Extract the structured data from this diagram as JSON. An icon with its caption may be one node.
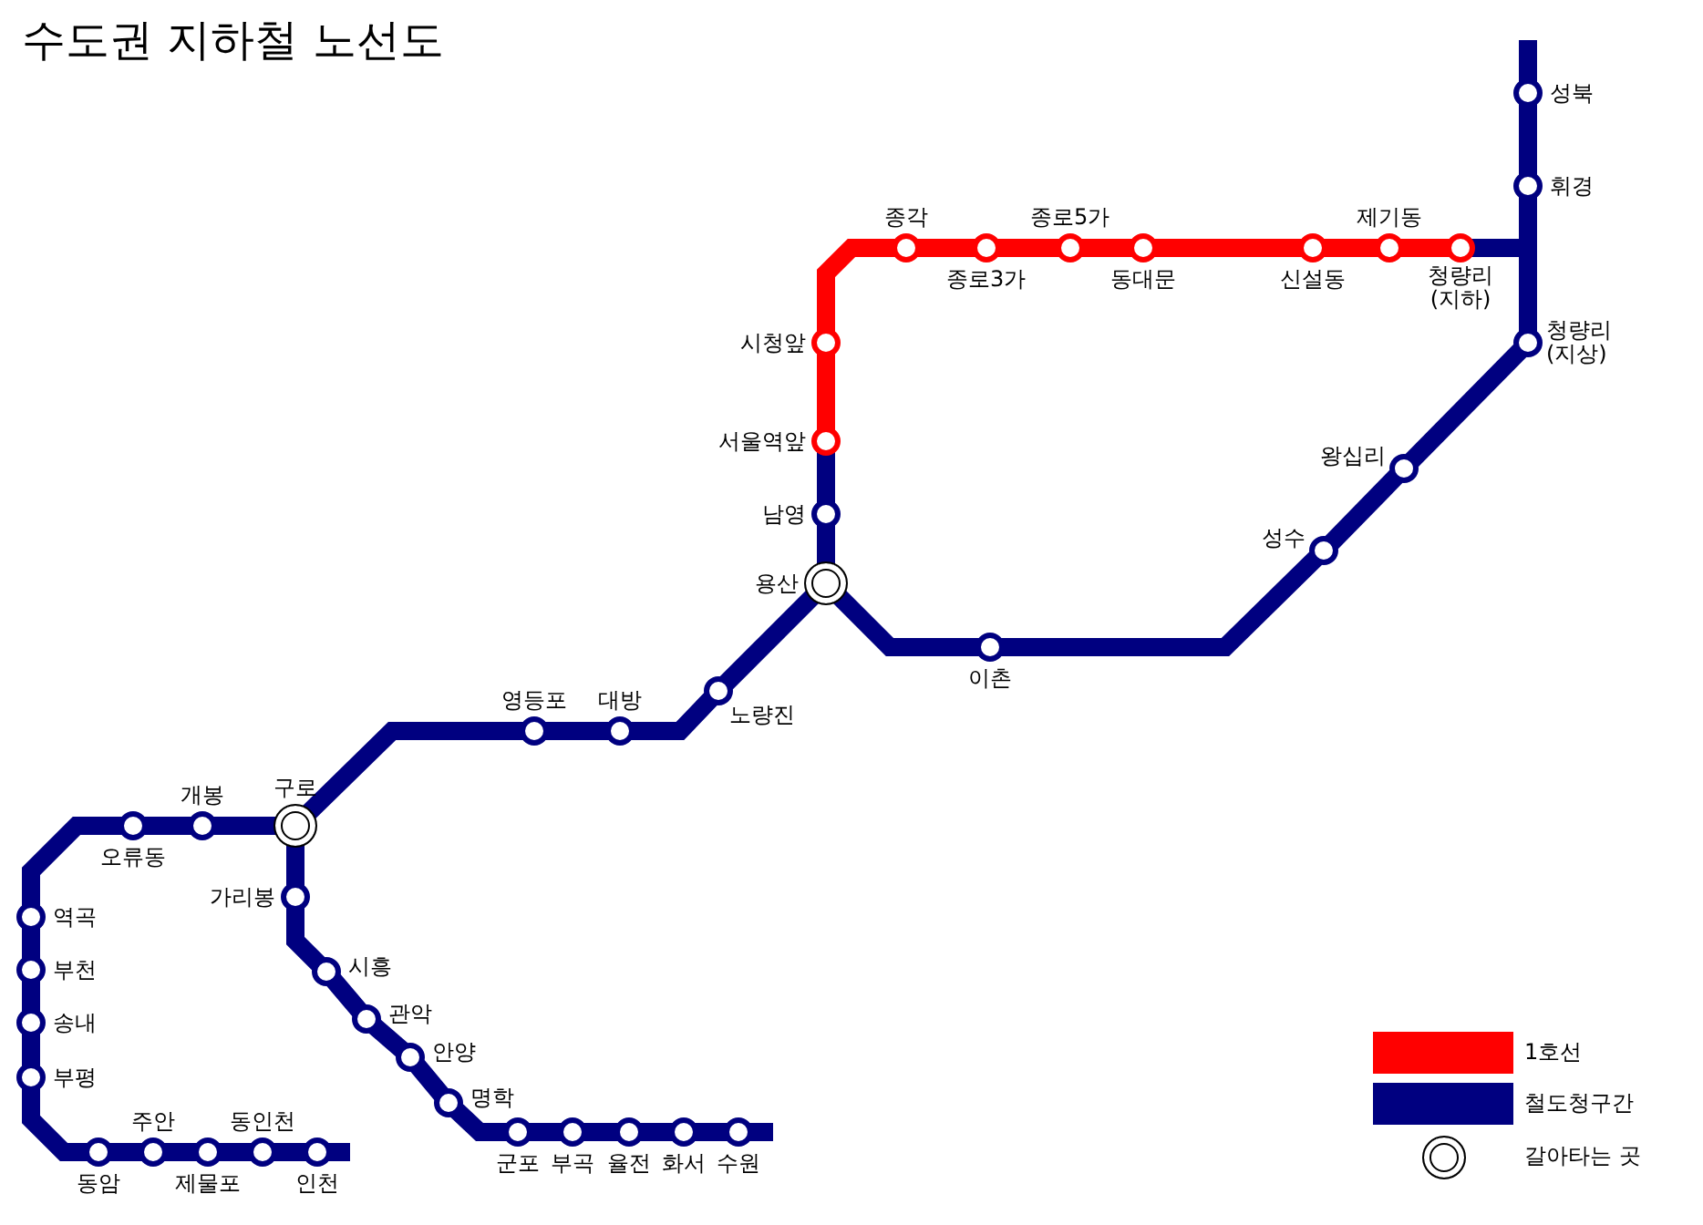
{
  "diagram": {
    "title": "수도권 지하철 노선도",
    "nodes": [
      {
        "text": [],
        "shape": "circle",
        "beside": [
          "성북"
        ]
      },
      {
        "text": [],
        "shape": "circle",
        "beside": [
          "휘경"
        ]
      },
      {
        "text": [],
        "shape": "circle",
        "beside": [
          "청량리 (지하)"
        ]
      },
      {
        "text": [],
        "shape": "circle",
        "beside": [
          "제기동"
        ]
      },
      {
        "text": [],
        "shape": "circle",
        "beside": [
          "신설동"
        ]
      },
      {
        "text": [],
        "shape": "circle",
        "beside": [
          "동대문"
        ]
      },
      {
        "text": [],
        "shape": "circle",
        "beside": [
          "종로5가"
        ]
      },
      {
        "text": [],
        "shape": "circle",
        "beside": [
          "종로3가"
        ]
      },
      {
        "text": [],
        "shape": "circle",
        "beside": [
          "종각"
        ]
      },
      {
        "text": [],
        "shape": "circle",
        "beside": [
          "시청앞"
        ]
      },
      {
        "text": [],
        "shape": "circle",
        "beside": [
          "서울역앞"
        ]
      },
      {
        "text": [],
        "shape": "circle",
        "beside": [
          "남영"
        ]
      },
      {
        "text": [],
        "shape": "double-circle",
        "beside": [
          "용산"
        ]
      },
      {
        "text": [],
        "shape": "circle",
        "beside": [
          "이촌"
        ]
      },
      {
        "text": [],
        "shape": "circle",
        "beside": [
          "성수"
        ]
      },
      {
        "text": [],
        "shape": "circle",
        "beside": [
          "왕십리"
        ]
      },
      {
        "text": [],
        "shape": "circle",
        "beside": [
          "청량리 (지상)"
        ]
      },
      {
        "text": [],
        "shape": "circle",
        "beside": [
          "노량진"
        ]
      },
      {
        "text": [],
        "shape": "circle",
        "beside": [
          "대방"
        ]
      },
      {
        "text": [],
        "shape": "circle",
        "beside": [
          "영등포"
        ]
      },
      {
        "text": [],
        "shape": "double-circle",
        "beside": [
          "구로"
        ]
      },
      {
        "text": [],
        "shape": "circle",
        "beside": [
          "개봉"
        ]
      },
      {
        "text": [],
        "shape": "circle",
        "beside": [
          "오류동"
        ]
      },
      {
        "text": [],
        "shape": "circle",
        "beside": [
          "역곡"
        ]
      },
      {
        "text": [],
        "shape": "circle",
        "beside": [
          "부천"
        ]
      },
      {
        "text": [],
        "shape": "circle",
        "beside": [
          "송내"
        ]
      },
      {
        "text": [],
        "shape": "circle",
        "beside": [
          "부평"
        ]
      },
      {
        "text": [],
        "shape": "circle",
        "beside": [
          "동암"
        ]
      },
      {
        "text": [],
        "shape": "circle",
        "beside": [
          "주안"
        ]
      },
      {
        "text": [],
        "shape": "circle",
        "beside": [
          "제물포"
        ]
      },
      {
        "text": [],
        "shape": "circle",
        "beside": [
          "동인천"
        ]
      },
      {
        "text": [],
        "shape": "circle",
        "beside": [
          "인천"
        ]
      },
      {
        "text": [],
        "shape": "circle",
        "beside": [
          "가리봉"
        ]
      },
      {
        "text": [],
        "shape": "circle",
        "beside": [
          "시흥"
        ]
      },
      {
        "text": [],
        "shape": "circle",
        "beside": [
          "관악"
        ]
      },
      {
        "text": [],
        "shape": "circle",
        "beside": [
          "안양"
        ]
      },
      {
        "text": [],
        "shape": "circle",
        "beside": [
          "명학"
        ]
      },
      {
        "text": [],
        "shape": "circle",
        "beside": [
          "군포"
        ]
      },
      {
        "text": [],
        "shape": "circle",
        "beside": [
          "부곡"
        ]
      },
      {
        "text": [],
        "shape": "circle",
        "beside": [
          "율전"
        ]
      },
      {
        "text": [],
        "shape": "circle",
        "beside": [
          "화서"
        ]
      },
      {
        "text": [],
        "shape": "circle",
        "beside": [
          "수원"
        ]
      }
    ],
    "edges": [
      {
        "from": null,
        "to": 0,
        "arrow": "none"
      },
      {
        "from": 0,
        "to": 1,
        "arrow": "none"
      },
      {
        "from": 1,
        "to": 16,
        "arrow": "none"
      },
      {
        "from": 2,
        "to": 1,
        "arrow": "none"
      },
      {
        "from": 2,
        "to": 16,
        "arrow": "none"
      },
      {
        "from": 3,
        "to": 2,
        "arrow": "none",
        "color": "#ff0000"
      },
      {
        "from": 4,
        "to": 3,
        "arrow": "none",
        "color": "#ff0000"
      },
      {
        "from": 5,
        "to": 4,
        "arrow": "none",
        "color": "#ff0000"
      },
      {
        "from": 6,
        "to": 5,
        "arrow": "none",
        "color": "#ff0000"
      },
      {
        "from": 7,
        "to": 6,
        "arrow": "none",
        "color": "#ff0000"
      },
      {
        "from": 8,
        "to": 7,
        "arrow": "none",
        "color": "#ff0000"
      },
      {
        "from": 9,
        "to": 8,
        "arrow": "none",
        "color": "#ff0000"
      },
      {
        "from": 10,
        "to": 9,
        "arrow": "none",
        "color": "#ff0000"
      },
      {
        "from": 11,
        "to": 10,
        "arrow": "none"
      },
      {
        "from": 12,
        "to": 11,
        "arrow": "none"
      },
      {
        "from": 12,
        "to": 13,
        "arrow": "none"
      },
      {
        "from": 13,
        "to": 14,
        "arrow": "none"
      },
      {
        "from": 14,
        "to": 15,
        "arrow": "none"
      },
      {
        "from": 15,
        "to": 16,
        "arrow": "none"
      },
      {
        "from": 12,
        "to": 17,
        "arrow": "none"
      },
      {
        "from": 17,
        "to": 18,
        "arrow": "none"
      },
      {
        "from": 18,
        "to": 19,
        "arrow": "none"
      },
      {
        "from": 19,
        "to": 20,
        "arrow": "none"
      },
      {
        "from": 20,
        "to": 21,
        "arrow": "none"
      },
      {
        "from": 21,
        "to": 22,
        "arrow": "none"
      },
      {
        "from": 22,
        "to": 23,
        "arrow": "none"
      },
      {
        "from": 23,
        "to": 24,
        "arrow": "none"
      },
      {
        "from": 24,
        "to": 25,
        "arrow": "none"
      },
      {
        "from": 25,
        "to": 26,
        "arrow": "none"
      },
      {
        "from": 26,
        "to": 27,
        "arrow": "none"
      },
      {
        "from": 27,
        "to": 28,
        "arrow": "none"
      },
      {
        "from": 28,
        "to": 29,
        "arrow": "none"
      },
      {
        "from": 29,
        "to": 30,
        "arrow": "none"
      },
      {
        "from": 30,
        "to": 31,
        "arrow": "none"
      },
      {
        "from": 31,
        "to": null,
        "arrow": "none"
      },
      {
        "from": 20,
        "to": 32,
        "arrow": "none"
      },
      {
        "from": 32,
        "to": 33,
        "arrow": "none"
      },
      {
        "from": 33,
        "to": 34,
        "arrow": "none"
      },
      {
        "from": 34,
        "to": 35,
        "arrow": "none"
      },
      {
        "from": 35,
        "to": 36,
        "arrow": "none"
      },
      {
        "from": 36,
        "to": 37,
        "arrow": "none"
      },
      {
        "from": 37,
        "to": 38,
        "arrow": "none"
      },
      {
        "from": 38,
        "to": 39,
        "arrow": "none"
      },
      {
        "from": 39,
        "to": 40,
        "arrow": "none"
      },
      {
        "from": 40,
        "to": 41,
        "arrow": "none"
      },
      {
        "from": 41,
        "to": null,
        "arrow": "none"
      }
    ],
    "legend": [
      {
        "text": "1호선",
        "color": "#ff0000"
      },
      {
        "text": "철도청구간",
        "color": "#000080"
      },
      {
        "text": "갈아타는 곳"
      }
    ]
  }
}
